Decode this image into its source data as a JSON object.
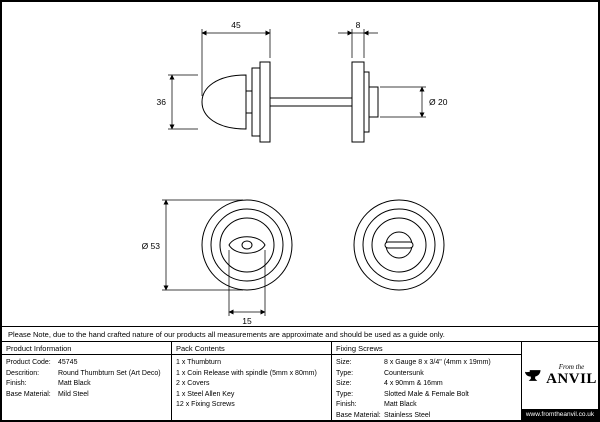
{
  "note": "Please Note, due to the hand crafted nature of our products all measurements are approximate and should be used as a guide only.",
  "drawing": {
    "dims": {
      "knob_width": "45",
      "knob_height": "36",
      "plate_thickness": "8",
      "coin_dia": "Ø 20",
      "rose_dia": "Ø 53",
      "turn_width": "15"
    }
  },
  "product_info": {
    "header": "Product Information",
    "rows": [
      {
        "label": "Product Code:",
        "value": "45745"
      },
      {
        "label": "Descrition:",
        "value": "Round Thumbturn Set (Art Deco)"
      },
      {
        "label": "Finish:",
        "value": "Matt Black"
      },
      {
        "label": "Base Material:",
        "value": "Mild Steel"
      }
    ]
  },
  "pack_contents": {
    "header": "Pack Contents",
    "items": [
      "1 x Thumbturn",
      "1 x Coin Release with spindle (5mm x 80mm)",
      "2 x Covers",
      "1 x Steel Allen Key",
      "12 x Fixing Screws"
    ]
  },
  "fixing_screws": {
    "header": "Fixing Screws",
    "rows": [
      {
        "label": "Size:",
        "value": "8 x Gauge 8 x 3/4\" (4mm x 19mm)"
      },
      {
        "label": "Type:",
        "value": "Countersunk"
      },
      {
        "label": "Size:",
        "value": "4 x 90mm & 16mm"
      },
      {
        "label": "Type:",
        "value": "Slotted Male & Female Bolt"
      },
      {
        "label": "Finish:",
        "value": "Matt Black"
      },
      {
        "label": "Base Material:",
        "value": "Stainless Steel"
      }
    ]
  },
  "logo": {
    "tagline": "From the",
    "name": "ANVIL",
    "website": "www.fromtheanvil.co.uk"
  }
}
